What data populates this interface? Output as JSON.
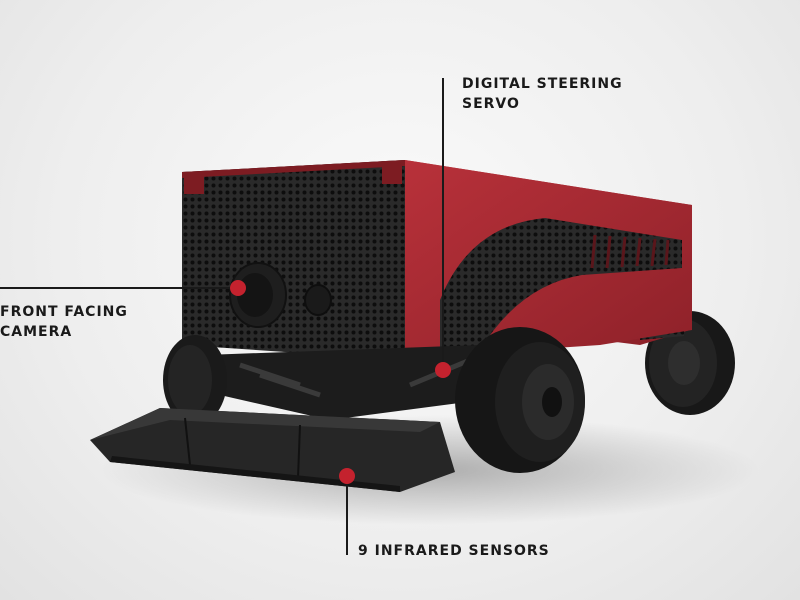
{
  "annotations": {
    "servo": {
      "lines": [
        "DIGITAL STEERING",
        "SERVO"
      ]
    },
    "camera": {
      "lines": [
        "FRONT FACING",
        "CAMERA"
      ]
    },
    "sensors": {
      "lines": [
        "9 INFRARED SENSORS"
      ]
    }
  },
  "colors": {
    "body_red": "#b02a32",
    "body_red_dark": "#7d1c22",
    "marker_red": "#c4222e",
    "mesh_black": "#1b1b1b",
    "tire_black": "#1a1a1a",
    "leader_line": "#1a1a1a",
    "label_text": "#1a1a1a",
    "background": "#efefef"
  }
}
